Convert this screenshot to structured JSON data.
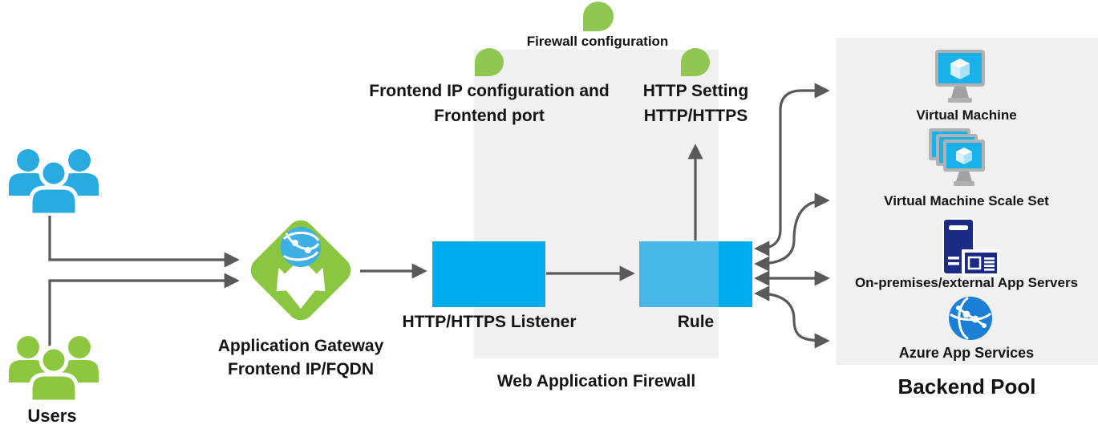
{
  "users": {
    "label": "Users"
  },
  "gateway": {
    "line1": "Application Gateway",
    "line2": "Frontend IP/FQDN"
  },
  "waf": {
    "label": "Web Application Firewall",
    "listener_label": "HTTP/HTTPS Listener",
    "rule_label": "Rule"
  },
  "annotations": {
    "firewall": "Firewall configuration",
    "frontend1": "Frontend IP configuration and",
    "frontend2": "Frontend port",
    "http1": "HTTP Setting",
    "http2": "HTTP/HTTPS"
  },
  "backend": {
    "label": "Backend Pool",
    "items": [
      {
        "label": "Virtual Machine"
      },
      {
        "label": "Virtual Machine Scale Set"
      },
      {
        "label": "On-premises/external App Servers"
      },
      {
        "label": "Azure App Services"
      }
    ]
  },
  "icons": [
    "users-blue-icon",
    "users-green-icon",
    "application-gateway-icon",
    "virtual-machine-icon",
    "vm-scale-set-icon",
    "on-premises-server-icon",
    "azure-app-services-icon",
    "config-dot-icon"
  ],
  "colors": {
    "users_blue": "#29ABE2",
    "users_green": "#8DC63F",
    "dot_green": "#8FC752",
    "gateway_green": "#8AC640",
    "box_blue": "#00AEEF",
    "rule_inner_blue": "#47B7E6",
    "arrow_gray": "#595959",
    "panel_gray": "#F0F0F0",
    "server_navy": "#1B2B85",
    "app_service_blue": "#1B7FD6",
    "screen_cyan": "#18B1E9",
    "monitor_frame_gray": "#AEB0B2"
  }
}
